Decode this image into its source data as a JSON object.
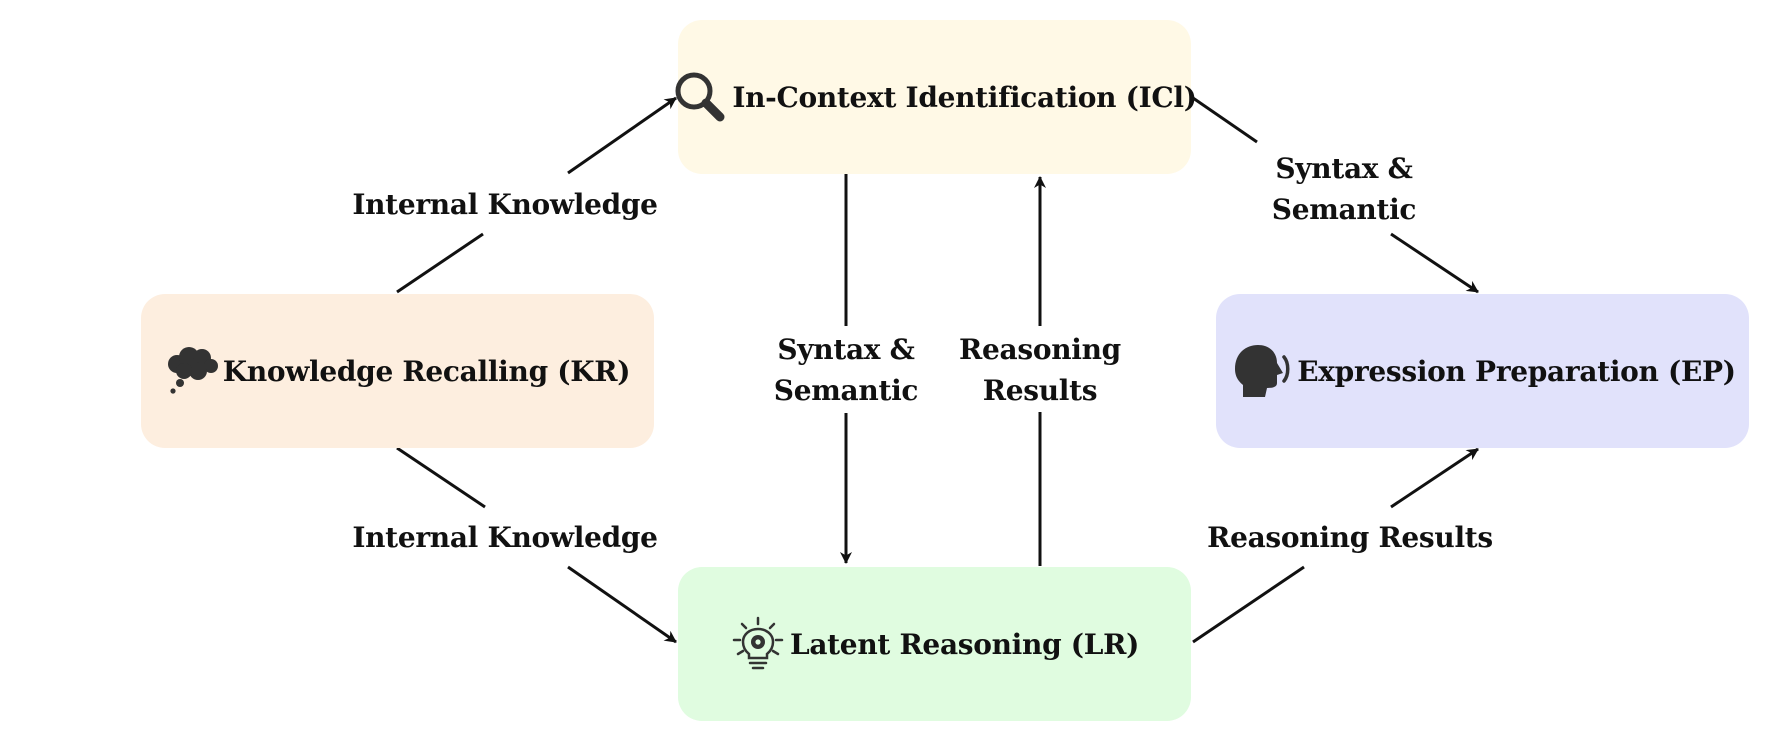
{
  "nodes": {
    "icl": {
      "label": "In-Context Identification (ICl)",
      "color": "#fff9e6",
      "icon": "magnifier-icon"
    },
    "kr": {
      "label": "Knowledge Recalling (KR)",
      "color": "#fdeedf",
      "icon": "thought-cloud-icon"
    },
    "ep": {
      "label": "Expression Preparation (EP)",
      "color": "#e1e2fb",
      "icon": "speaking-head-icon"
    },
    "lr": {
      "label": "Latent Reasoning (LR)",
      "color": "#e0fce0",
      "icon": "lightbulb-gear-icon"
    }
  },
  "edges": {
    "kr_to_icl": {
      "from": "kr",
      "to": "icl",
      "label": "Internal Knowledge"
    },
    "kr_to_lr": {
      "from": "kr",
      "to": "lr",
      "label": "Internal Knowledge"
    },
    "icl_to_lr": {
      "from": "icl",
      "to": "lr",
      "label_line1": "Syntax &",
      "label_line2": "Semantic"
    },
    "lr_to_icl": {
      "from": "lr",
      "to": "icl",
      "label_line1": "Reasoning",
      "label_line2": "Results"
    },
    "icl_to_ep": {
      "from": "icl",
      "to": "ep",
      "label_line1": "Syntax &",
      "label_line2": "Semantic"
    },
    "lr_to_ep": {
      "from": "lr",
      "to": "ep",
      "label": "Reasoning Results"
    }
  }
}
